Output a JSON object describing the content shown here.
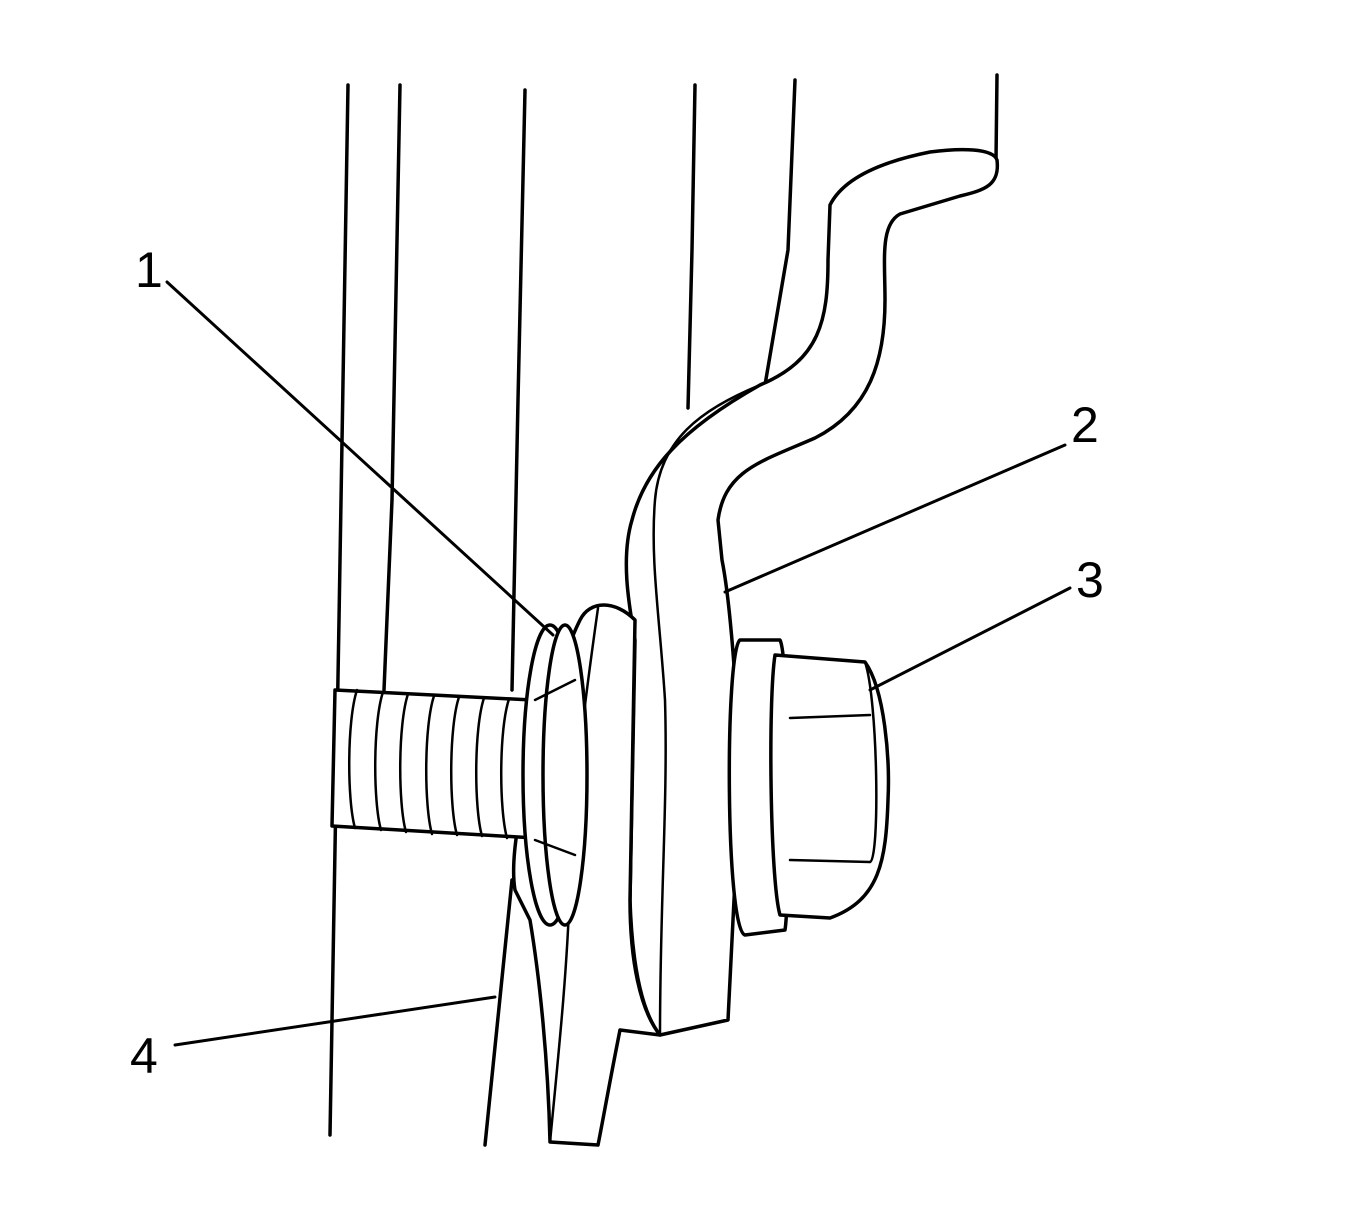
{
  "diagram": {
    "callouts": [
      {
        "id": "c1",
        "label": "1",
        "part": "washer-icon"
      },
      {
        "id": "c2",
        "label": "2",
        "part": "bracket-icon"
      },
      {
        "id": "c3",
        "label": "3",
        "part": "nut-icon"
      },
      {
        "id": "c4",
        "label": "4",
        "part": "rail-icon"
      }
    ],
    "colors": {
      "line": "#000000",
      "background": "#ffffff"
    }
  }
}
